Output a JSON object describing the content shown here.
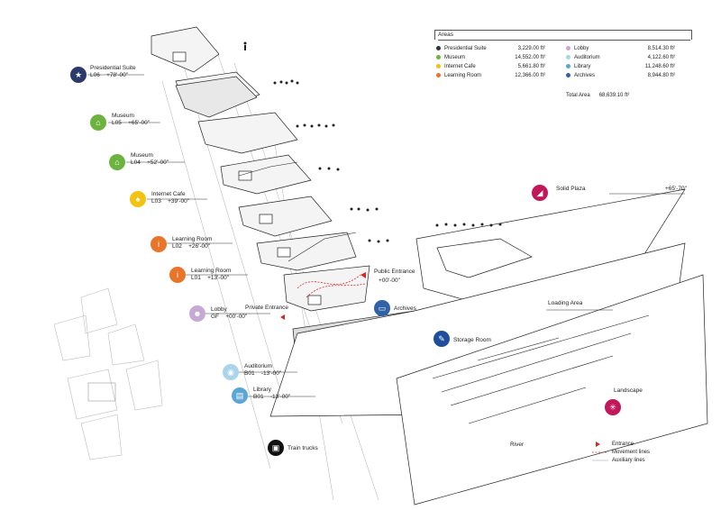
{
  "areas_panel": {
    "title": "Areas",
    "left_col": [
      {
        "name": "Presidential Suite",
        "value": "3,229.00 ft²",
        "color": "#333333"
      },
      {
        "name": "Museum",
        "value": "14,552.00 ft²",
        "color": "#6cb33f"
      },
      {
        "name": "Internet Cafe",
        "value": "5,661.80 ft²",
        "color": "#f2c311"
      },
      {
        "name": "Learning Room",
        "value": "12,366.00 ft²",
        "color": "#e8752a"
      }
    ],
    "right_col": [
      {
        "name": "Lobby",
        "value": "8,514.30 ft²",
        "color": "#c7a9d6"
      },
      {
        "name": "Auditorium",
        "value": "4,122.60 ft²",
        "color": "#a9d4ea"
      },
      {
        "name": "Library",
        "value": "11,248.60 ft²",
        "color": "#5aa6d6"
      },
      {
        "name": "Archives",
        "value": "8,944.80 ft²",
        "color": "#2f62a8"
      }
    ],
    "total_label": "Total  Area",
    "total_value": "68,639.10 ft²"
  },
  "levels": [
    {
      "name": "Presidential Suite",
      "level": "L06",
      "elev": "+78'-00\"",
      "color": "#2b3a6b",
      "icon": "presidential-seal-icon"
    },
    {
      "name": "Museum",
      "level": "L05",
      "elev": "+65'-00\"",
      "color": "#6cb33f",
      "icon": "museum-icon"
    },
    {
      "name": "Museum",
      "level": "L04",
      "elev": "+52'-00\"",
      "color": "#6cb33f",
      "icon": "museum-icon"
    },
    {
      "name": "Internet Cafe",
      "level": "L03",
      "elev": "+39'-00\"",
      "color": "#f2c311",
      "icon": "thumbs-up-icon"
    },
    {
      "name": "Learning Room",
      "level": "L02",
      "elev": "+26'-00\"",
      "color": "#e8752a",
      "icon": "info-icon"
    },
    {
      "name": "Learning Room",
      "level": "L01",
      "elev": "+13'-00\"",
      "color": "#e8752a",
      "icon": "info-icon"
    },
    {
      "name": "Lobby",
      "level": "GF",
      "elev": "+00'-00\"",
      "color": "#c7a9d6",
      "icon": "people-icon"
    },
    {
      "name": "Auditorium",
      "level": "B01",
      "elev": "-13'-00\"",
      "color": "#a9d4ea",
      "icon": "auditorium-icon"
    },
    {
      "name": "Library",
      "level": "B01",
      "elev": "-13'-00\"",
      "color": "#5aa6d6",
      "icon": "book-icon"
    }
  ],
  "site_labels": {
    "solid_plaza": "Solid Plaza",
    "solid_plaza_elev": "+65'-70\"",
    "public_entrance": "Public Entrance",
    "public_entrance_elev": "+00'-00\"",
    "private_entrance": "Private Entrance",
    "archives": "Archives",
    "storage_room": "Storage Room",
    "loading_area": "Loading Area",
    "landscape": "Landscape",
    "train_trucks": "Train trucks",
    "river": "River"
  },
  "icon_colors": {
    "solid_plaza": "#c2185b",
    "archives": "#2f62a8",
    "storage_room": "#1f4f9a",
    "landscape": "#c2185b",
    "train_trucks": "#111111",
    "accent_red": "#d62828"
  },
  "legend": [
    {
      "label": "Entrance",
      "symbol": "triangle"
    },
    {
      "label": "Movement lines",
      "symbol": "dashed-red"
    },
    {
      "label": "Auxiliary lines",
      "symbol": "thin-line"
    }
  ]
}
